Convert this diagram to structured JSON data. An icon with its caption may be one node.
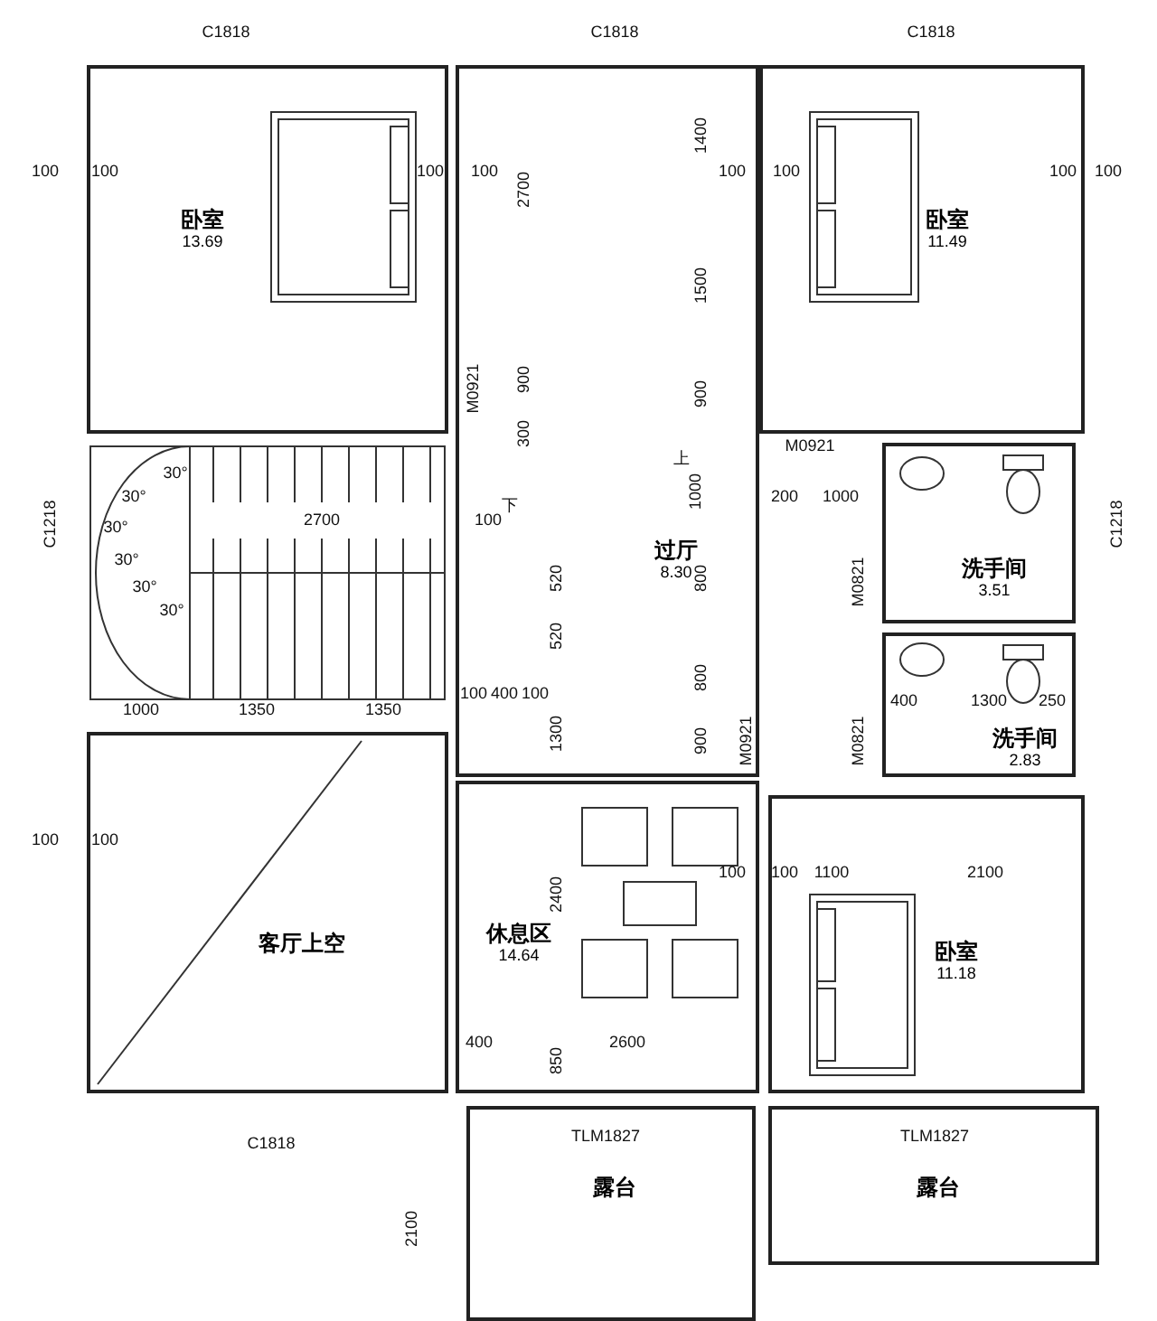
{
  "diagram": {
    "nodes": [
      {
        "text": [
          "卧室",
          "13.69"
        ]
      },
      {
        "text": [
          "卧室",
          "11.49"
        ]
      },
      {
        "text": [
          "过厅",
          "8.30"
        ]
      },
      {
        "text": [
          "洗手间",
          "3.51"
        ]
      },
      {
        "text": [
          "洗手间",
          "2.83"
        ]
      },
      {
        "text": [
          "客厅上空"
        ]
      },
      {
        "text": [
          "休息区",
          "14.64"
        ]
      },
      {
        "text": [
          "卧室",
          "11.18"
        ]
      },
      {
        "text": [
          "露台"
        ]
      },
      {
        "text": [
          "露台"
        ]
      }
    ],
    "labels": [
      "C1818",
      "C1818",
      "C1818",
      "100",
      "100",
      "100",
      "100",
      "2700",
      "1400",
      "100",
      "100",
      "100",
      "100",
      "1500",
      "900",
      "M0921",
      "900",
      "300",
      "M0921",
      "上",
      "1000",
      "200",
      "1000",
      "C1218",
      "C1218",
      "下",
      "2700",
      "100",
      "30°",
      "30°",
      "30°",
      "30°",
      "30°",
      "30°",
      "520",
      "800",
      "M0821",
      "520",
      "800",
      "1000",
      "1350",
      "1350",
      "100",
      "400",
      "100",
      "400",
      "1300",
      "250",
      "1300",
      "900",
      "M0921",
      "M0821",
      "100",
      "100",
      "100",
      "100",
      "1100",
      "2100",
      "2400",
      "400",
      "2600",
      "850",
      "C1818",
      "TLM1827",
      "TLM1827",
      "2100"
    ]
  }
}
